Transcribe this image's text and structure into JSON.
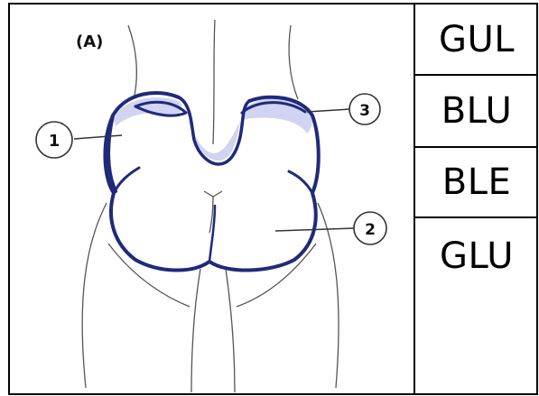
{
  "figure": {
    "panel_label": "(A)",
    "callouts": [
      "1",
      "2",
      "3"
    ],
    "outline_color": "#1f2a7a",
    "shade_color": "#c9ccf0",
    "line_color": "#555555"
  },
  "options": [
    "GUL",
    "BLU",
    "BLE",
    "GLU"
  ]
}
